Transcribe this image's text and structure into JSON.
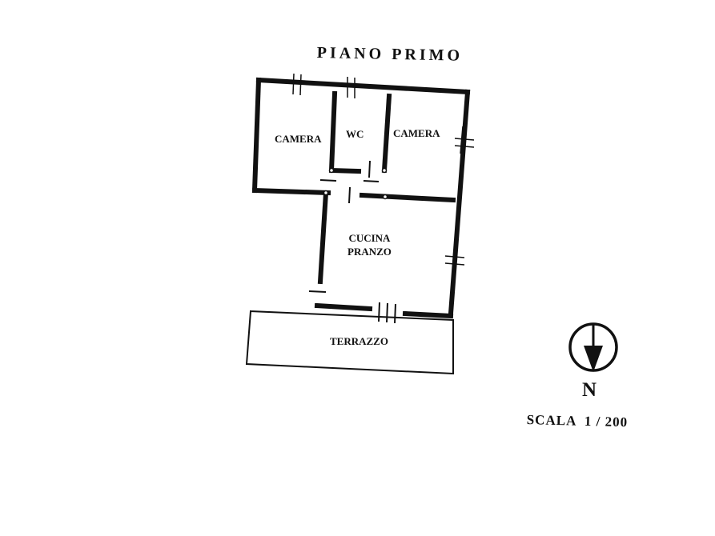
{
  "plan": {
    "title": "PIANO PRIMO",
    "rooms": {
      "camera_left": "CAMERA",
      "wc": "WC",
      "camera_right": "CAMERA",
      "cucina": "CUCINA\nPRANZO",
      "terrazzo": "TERRAZZO"
    }
  },
  "compass": {
    "letter": "N",
    "icon": "north-arrow-icon"
  },
  "scale": {
    "label": "SCALA  1 / 200"
  },
  "colors": {
    "ink": "#111111",
    "paper": "#ffffff"
  }
}
